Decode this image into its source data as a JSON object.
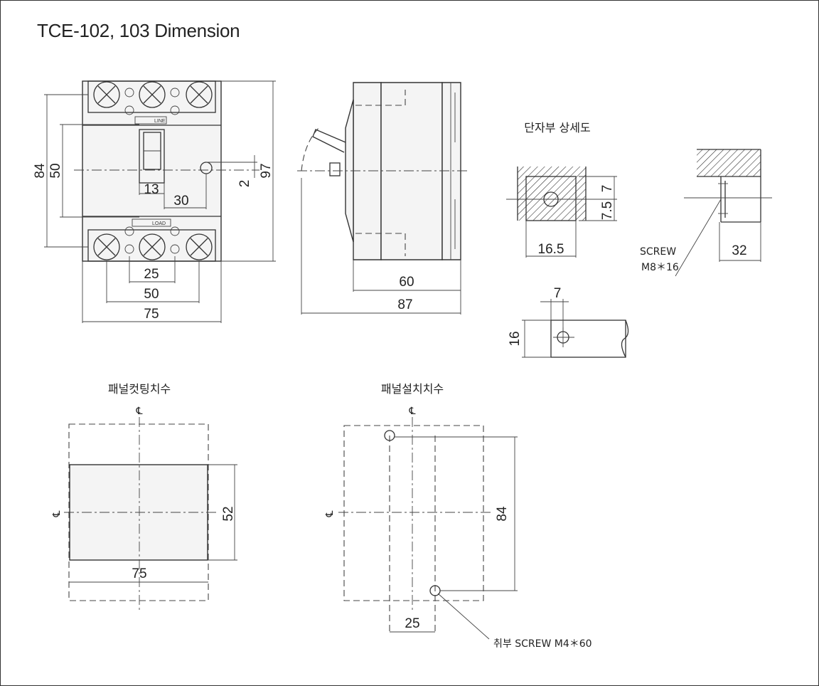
{
  "title": "TCE-102, 103 Dimension",
  "front_view": {
    "height_outer": "84",
    "height_inner": "50",
    "height_total": "97",
    "offset": "2",
    "handle_width": "13",
    "handle_offset": "30",
    "pitch": "25",
    "span": "50",
    "width": "75",
    "line_label": "LINE",
    "load_label": "LOAD"
  },
  "side_view": {
    "depth_body": "60",
    "depth_total": "87"
  },
  "terminal_detail": {
    "header": "단자부 상세도",
    "dim_7": "7",
    "dim_7_5": "7.5",
    "dim_16_5": "16.5",
    "dim_32": "32",
    "screw_label_1": "SCREW",
    "screw_label_2": "M8＊16",
    "bar_width": "7",
    "bar_height": "16"
  },
  "panel_cutting": {
    "header": "패널컷팅치수",
    "height": "52",
    "width": "75",
    "cl_symbol": "℄"
  },
  "panel_mounting": {
    "header": "패널설치치수",
    "height": "84",
    "width": "25",
    "screw_note": "취부 SCREW M4＊60",
    "cl_symbol": "℄"
  }
}
